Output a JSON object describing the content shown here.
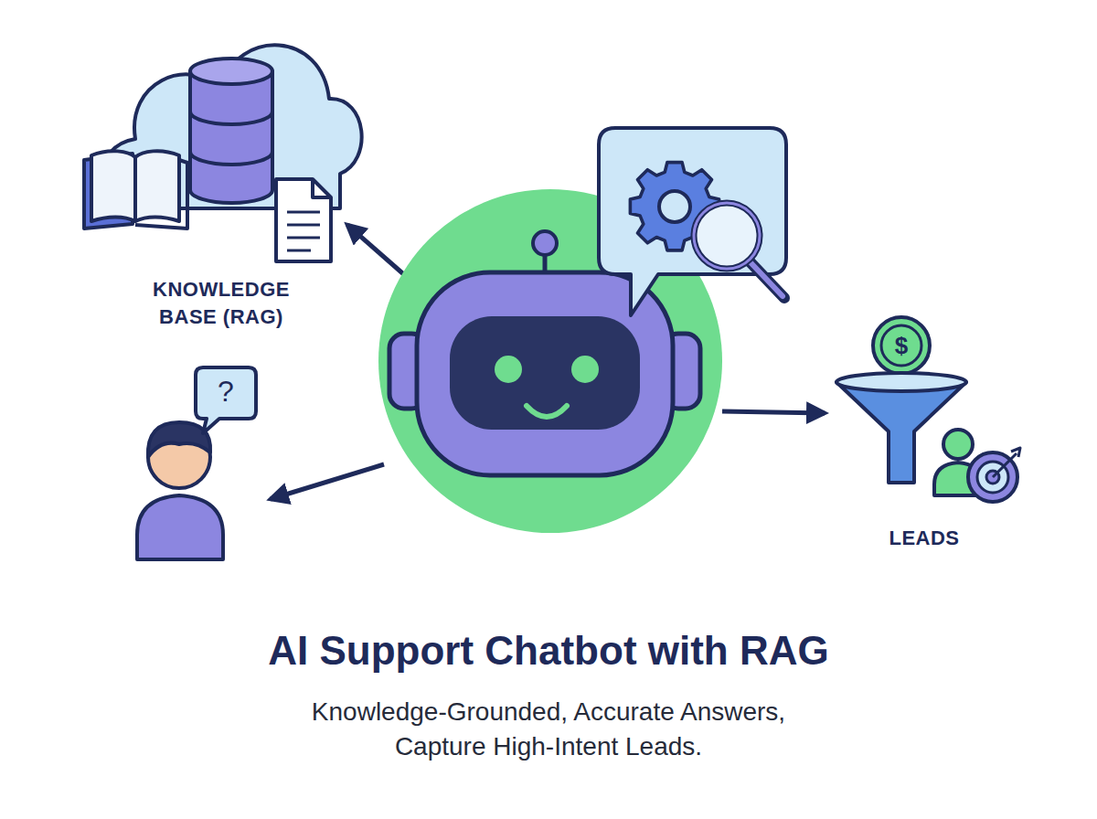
{
  "diagram": {
    "title": "AI Support Chatbot with RAG",
    "caption": "Knowledge-Grounded, Accurate Answers, Capture High-Intent Leads.",
    "nodes": [
      {
        "text": [
          "KNOWLEDGE BASE (RAG)"
        ]
      },
      {
        "text": [
          "?"
        ]
      },
      {
        "text": [
          "LEADS"
        ]
      }
    ],
    "labels": [
      "$"
    ]
  }
}
